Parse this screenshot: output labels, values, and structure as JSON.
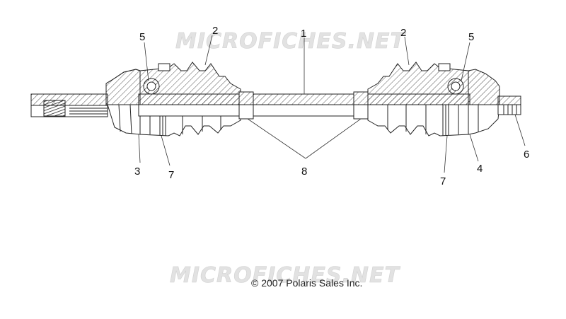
{
  "diagram": {
    "watermark_top": "MICROFICHES.NET",
    "watermark_bottom": "MICROFICHES.NET",
    "copyright": "© 2007 Polaris Sales Inc.",
    "callouts": {
      "c1": "1",
      "c2_left": "2",
      "c2_right": "2",
      "c3": "3",
      "c4": "4",
      "c5_left": "5",
      "c5_right": "5",
      "c6": "6",
      "c7_left": "7",
      "c7_right": "7",
      "c8": "8"
    }
  }
}
